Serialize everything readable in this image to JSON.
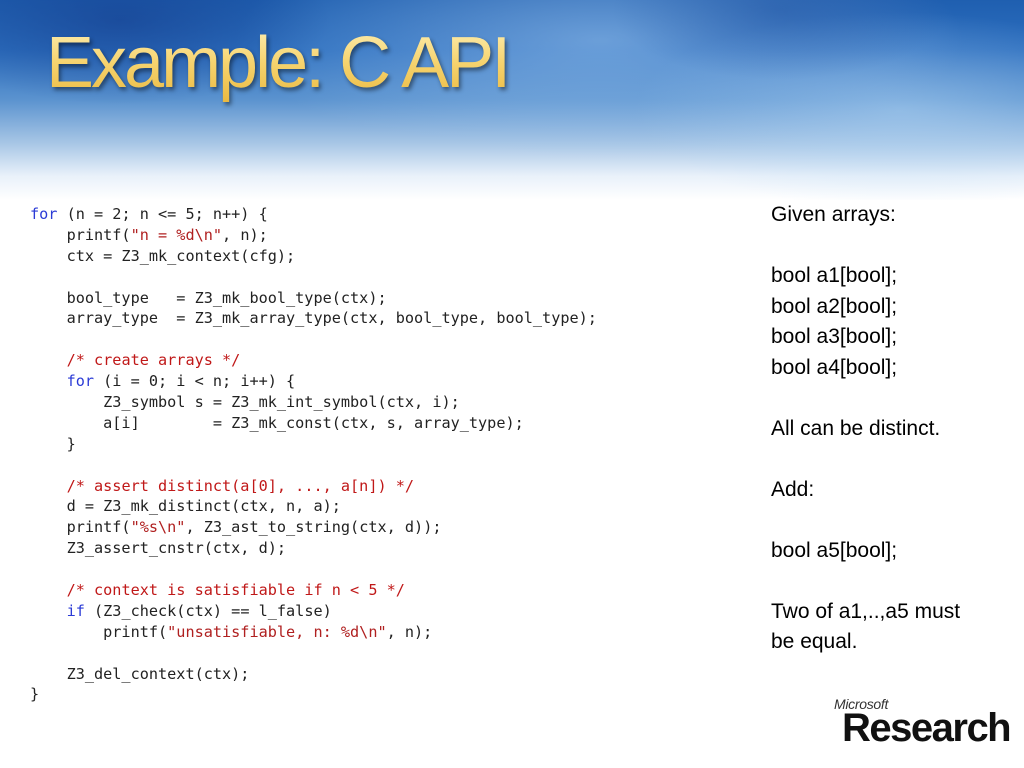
{
  "slide": {
    "title": "Example: C API",
    "code_lines": [
      [
        {
          "t": "kw",
          "v": "for"
        },
        {
          "t": "plain",
          "v": " (n = 2; n <= 5; n++) {"
        }
      ],
      [
        {
          "t": "plain",
          "v": "    printf("
        },
        {
          "t": "str",
          "v": "\"n = %d\\n\""
        },
        {
          "t": "plain",
          "v": ", n);"
        }
      ],
      [
        {
          "t": "plain",
          "v": "    ctx = Z3_mk_context(cfg);"
        }
      ],
      [
        {
          "t": "plain",
          "v": ""
        }
      ],
      [
        {
          "t": "plain",
          "v": "    bool_type   = Z3_mk_bool_type(ctx);"
        }
      ],
      [
        {
          "t": "plain",
          "v": "    array_type  = Z3_mk_array_type(ctx, bool_type, bool_type);"
        }
      ],
      [
        {
          "t": "plain",
          "v": ""
        }
      ],
      [
        {
          "t": "plain",
          "v": "    "
        },
        {
          "t": "cmt",
          "v": "/* create arrays */"
        }
      ],
      [
        {
          "t": "plain",
          "v": "    "
        },
        {
          "t": "kw",
          "v": "for"
        },
        {
          "t": "plain",
          "v": " (i = 0; i < n; i++) {"
        }
      ],
      [
        {
          "t": "plain",
          "v": "        Z3_symbol s = Z3_mk_int_symbol(ctx, i);"
        }
      ],
      [
        {
          "t": "plain",
          "v": "        a[i]        = Z3_mk_const(ctx, s, array_type);"
        }
      ],
      [
        {
          "t": "plain",
          "v": "    }"
        }
      ],
      [
        {
          "t": "plain",
          "v": ""
        }
      ],
      [
        {
          "t": "plain",
          "v": "    "
        },
        {
          "t": "cmt",
          "v": "/* assert distinct(a[0], ..., a[n]) */"
        }
      ],
      [
        {
          "t": "plain",
          "v": "    d = Z3_mk_distinct(ctx, n, a);"
        }
      ],
      [
        {
          "t": "plain",
          "v": "    printf("
        },
        {
          "t": "str",
          "v": "\"%s\\n\""
        },
        {
          "t": "plain",
          "v": ", Z3_ast_to_string(ctx, d));"
        }
      ],
      [
        {
          "t": "plain",
          "v": "    Z3_assert_cnstr(ctx, d);"
        }
      ],
      [
        {
          "t": "plain",
          "v": ""
        }
      ],
      [
        {
          "t": "plain",
          "v": "    "
        },
        {
          "t": "cmt",
          "v": "/* context is satisfiable if n < 5 */"
        }
      ],
      [
        {
          "t": "plain",
          "v": "    "
        },
        {
          "t": "kw",
          "v": "if"
        },
        {
          "t": "plain",
          "v": " (Z3_check(ctx) == l_false)"
        }
      ],
      [
        {
          "t": "plain",
          "v": "        printf("
        },
        {
          "t": "str",
          "v": "\"unsatisfiable, n: %d\\n\""
        },
        {
          "t": "plain",
          "v": ", n);"
        }
      ],
      [
        {
          "t": "plain",
          "v": ""
        }
      ],
      [
        {
          "t": "plain",
          "v": "    Z3_del_context(ctx);"
        }
      ],
      [
        {
          "t": "plain",
          "v": "}"
        }
      ]
    ],
    "side_lines": [
      "Given arrays:",
      "",
      "bool a1[bool];",
      "bool a2[bool];",
      "bool a3[bool];",
      "bool a4[bool];",
      "",
      "All can be distinct.",
      "",
      "Add:",
      "",
      "bool a5[bool];",
      "",
      "Two of a1,..,a5 must",
      "be equal."
    ],
    "logo": {
      "brand": "Microsoft",
      "name": "Research"
    }
  },
  "colors": {
    "keyword": "#2b3bd6",
    "string": "#b02020",
    "comment": "#c01818",
    "title_gold": "#f6d36e",
    "header_blue": "#1f5fb0"
  }
}
